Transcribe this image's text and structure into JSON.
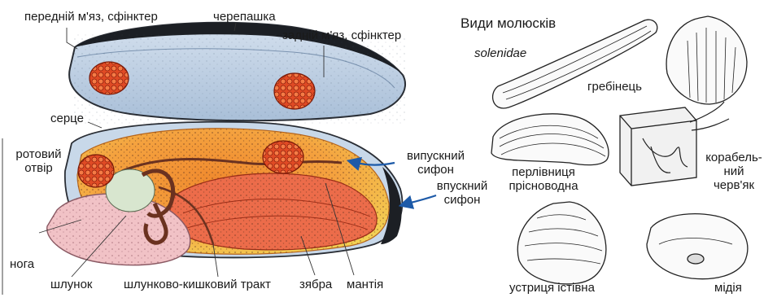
{
  "anatomy_labels": {
    "anterior_muscle": "передній м'яз, сфінктер",
    "shell": "черепашка",
    "posterior_muscle": "задній м'яз, сфінктер",
    "heart": "серце",
    "mouth_line1": "ротовий",
    "mouth_line2": "отвір",
    "exhalant_line1": "випускний",
    "exhalant_line2": "сифон",
    "inhalant_line1": "впускний",
    "inhalant_line2": "сифон",
    "foot": "нога",
    "stomach": "шлунок",
    "gut": "шлунково-кишковий тракт",
    "gill": "зябра",
    "mantle": "мантія"
  },
  "species_panel": {
    "title": "Види молюсків",
    "solenidae": "solenidae",
    "scallop": "гребінець",
    "pearl_line1": "перлівниця",
    "pearl_line2": "прісноводна",
    "shipworm_line1": "корабель-",
    "shipworm_line2": "ний",
    "shipworm_line3": "черв'як",
    "oyster": "устриця істівна",
    "mussel": "мідія"
  },
  "colors": {
    "shell_blue": "#b9cbe0",
    "shell_dark": "#1c1f24",
    "muscle_red": "#e2502c",
    "body_orange": "#f29b3a",
    "body_yellow": "#f3d556",
    "gill_red": "#ec6c4a",
    "foot_pink": "#f1c2c6",
    "arrow_blue": "#1d5aa8"
  }
}
